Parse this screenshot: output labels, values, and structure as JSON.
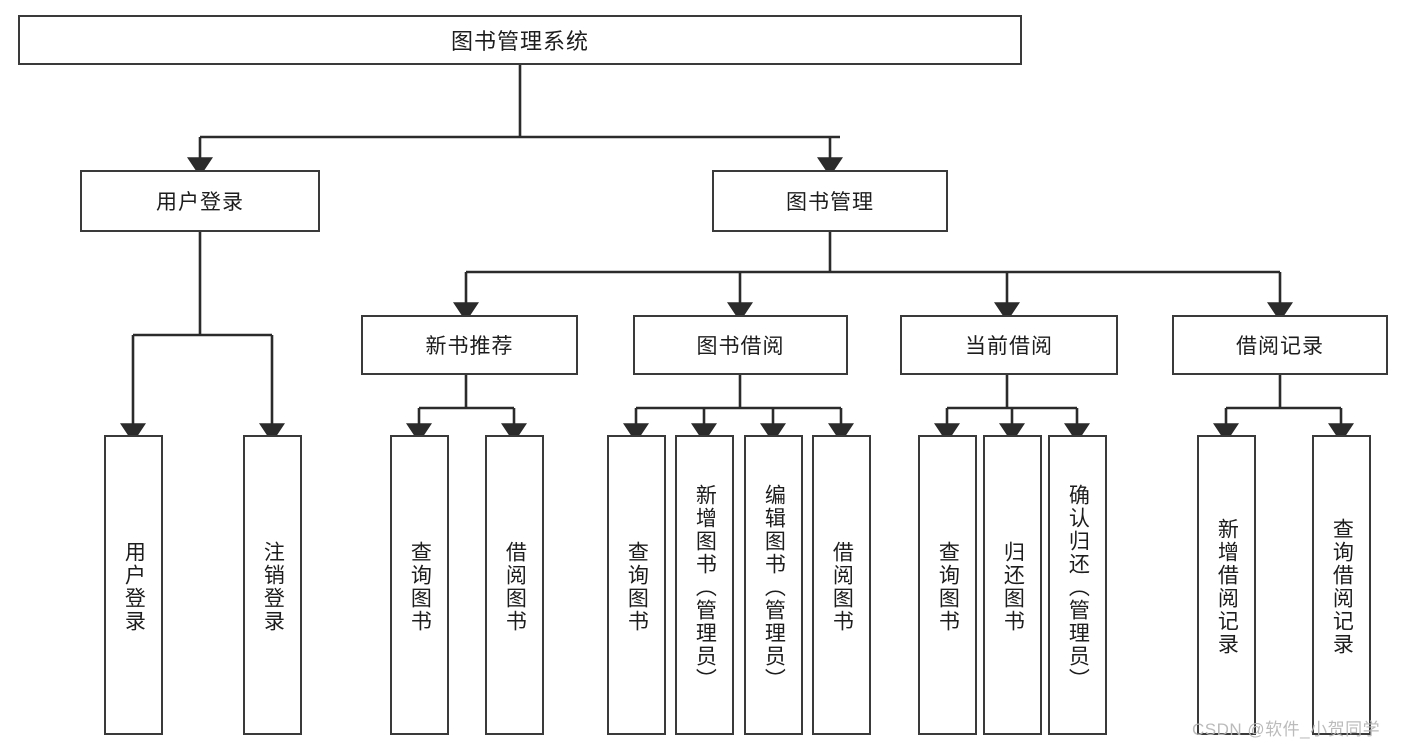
{
  "diagram": {
    "type": "tree",
    "title": "图书管理系统",
    "orientation": "top-down",
    "levels": 4,
    "root": {
      "id": "root",
      "label": "图书管理系统"
    },
    "level2": [
      {
        "id": "user-login",
        "label": "用户登录"
      },
      {
        "id": "book-management",
        "label": "图书管理"
      }
    ],
    "level3": [
      {
        "id": "new-book-recommend",
        "label": "新书推荐",
        "parent": "book-management"
      },
      {
        "id": "book-borrow",
        "label": "图书借阅",
        "parent": "book-management"
      },
      {
        "id": "current-borrow",
        "label": "当前借阅",
        "parent": "book-management"
      },
      {
        "id": "borrow-record",
        "label": "借阅记录",
        "parent": "book-management"
      }
    ],
    "leaves": {
      "user-login": [
        {
          "id": "leaf-user-login",
          "label": "用户登录"
        },
        {
          "id": "leaf-logout",
          "label": "注销登录"
        }
      ],
      "new-book-recommend": [
        {
          "id": "leaf-query-book-1",
          "label": "查询图书"
        },
        {
          "id": "leaf-borrow-book-1",
          "label": "借阅图书"
        }
      ],
      "book-borrow": [
        {
          "id": "leaf-query-book-2",
          "label": "查询图书"
        },
        {
          "id": "leaf-add-book",
          "label": "新增图书（管理员）"
        },
        {
          "id": "leaf-edit-book",
          "label": "编辑图书（管理员）"
        },
        {
          "id": "leaf-borrow-book-2",
          "label": "借阅图书"
        }
      ],
      "current-borrow": [
        {
          "id": "leaf-query-book-3",
          "label": "查询图书"
        },
        {
          "id": "leaf-return-book",
          "label": "归还图书"
        },
        {
          "id": "leaf-confirm-return",
          "label": "确认归还（管理员）"
        }
      ],
      "borrow-record": [
        {
          "id": "leaf-add-record",
          "label": "新增借阅记录"
        },
        {
          "id": "leaf-query-record",
          "label": "查询借阅记录"
        }
      ]
    }
  },
  "watermark": {
    "text": "CSDN @软件_小贺同学"
  },
  "colors": {
    "box_border": "#3a3a3a",
    "box_fill": "#ffffff",
    "text": "#1d1d1d",
    "connector": "#2b2b2b",
    "watermark": "#b8b8b8",
    "background": "#ffffff"
  }
}
